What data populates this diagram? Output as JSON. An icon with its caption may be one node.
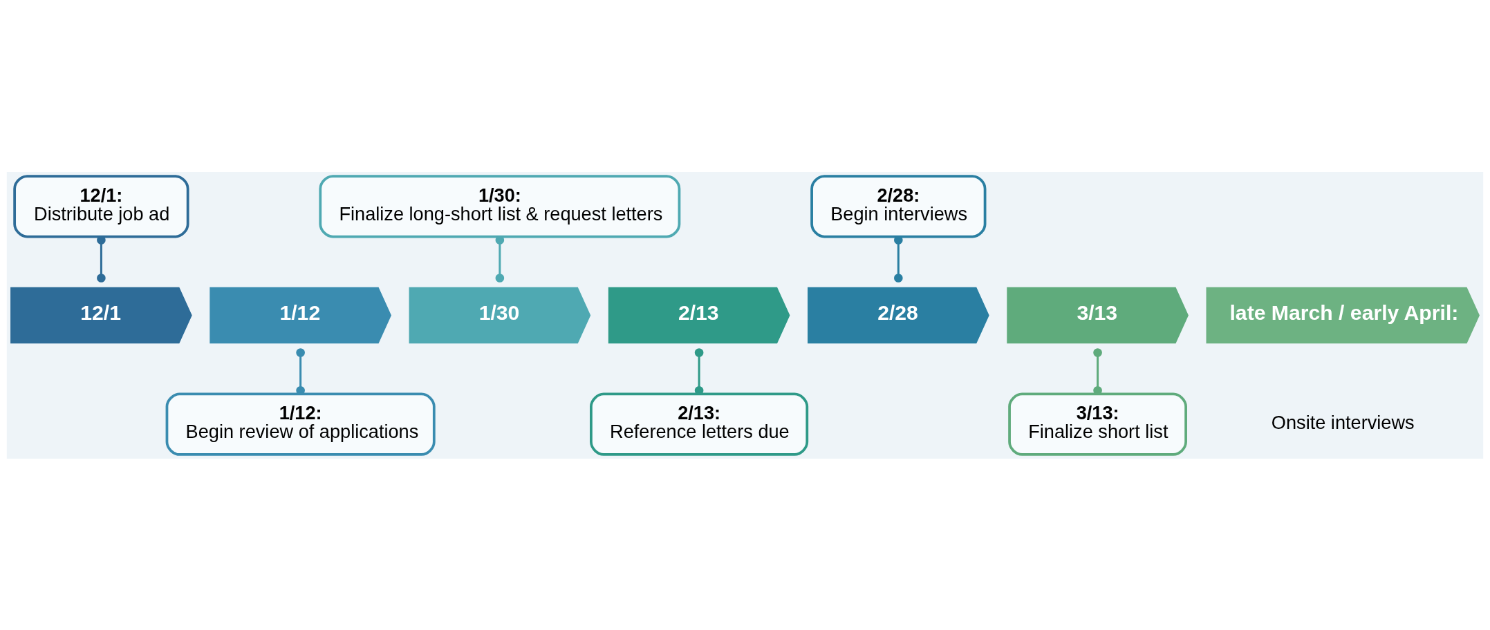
{
  "diagram": {
    "nodes": [
      {
        "text": [
          "12/1"
        ]
      },
      {
        "text": [
          "1/12"
        ]
      },
      {
        "text": [
          "1/30"
        ]
      },
      {
        "text": [
          "2/13"
        ]
      },
      {
        "text": [
          "2/28"
        ]
      },
      {
        "text": [
          "3/13"
        ]
      },
      {
        "text": [
          "late March / early April:"
        ],
        "beside": [
          "Onsite interviews"
        ]
      },
      {
        "text": [
          "12/1:",
          "Distribute job ad"
        ]
      },
      {
        "text": [
          "1/12:",
          "Begin review of applications"
        ]
      },
      {
        "text": [
          "1/30:",
          "Finalize long-short list & request letters"
        ]
      },
      {
        "text": [
          "2/13:",
          "Reference letters due"
        ]
      },
      {
        "text": [
          "2/28:",
          "Begin interviews"
        ]
      },
      {
        "text": [
          "3/13:",
          "Finalize short list"
        ]
      }
    ],
    "edges": [
      {
        "from": 7,
        "to": 0,
        "arrow": "other"
      },
      {
        "from": 1,
        "to": 8,
        "arrow": "other"
      },
      {
        "from": 9,
        "to": 2,
        "arrow": "other"
      },
      {
        "from": 3,
        "to": 10,
        "arrow": "other"
      },
      {
        "from": 11,
        "to": 4,
        "arrow": "other"
      },
      {
        "from": 5,
        "to": 12,
        "arrow": "other"
      }
    ]
  }
}
